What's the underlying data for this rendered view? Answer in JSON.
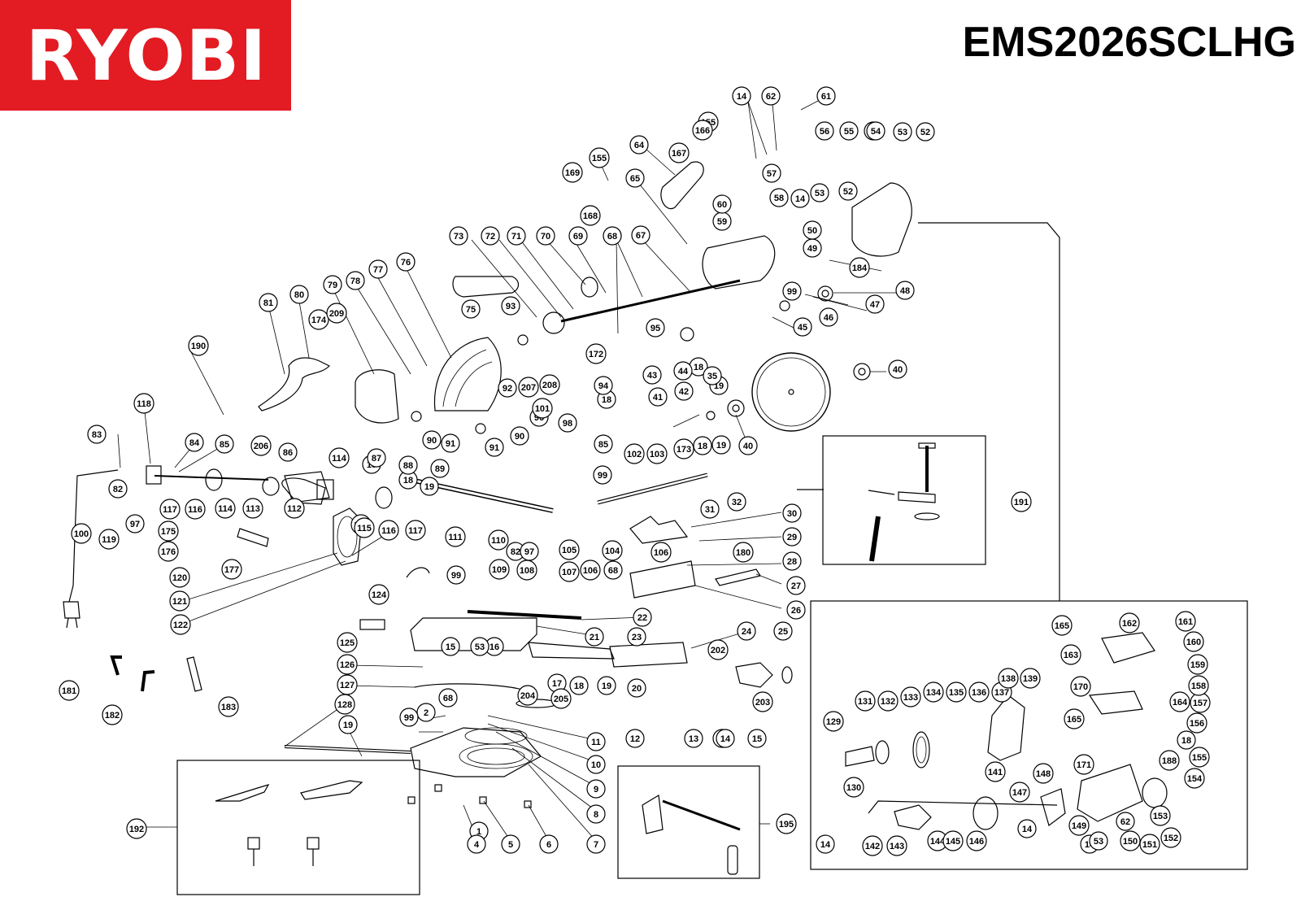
{
  "brand": {
    "logo_text": "RYOBI",
    "logo_color": "#e31b23",
    "model": "EMS2026SCLHG"
  },
  "callouts": [
    {
      "n": "1"
    },
    {
      "n": "2"
    },
    {
      "n": "4"
    },
    {
      "n": "5"
    },
    {
      "n": "6"
    },
    {
      "n": "7"
    },
    {
      "n": "8"
    },
    {
      "n": "9"
    },
    {
      "n": "10"
    },
    {
      "n": "11"
    },
    {
      "n": "12"
    },
    {
      "n": "13"
    },
    {
      "n": "14"
    },
    {
      "n": "14"
    },
    {
      "n": "14"
    },
    {
      "n": "14"
    },
    {
      "n": "14"
    },
    {
      "n": "14"
    },
    {
      "n": "14"
    },
    {
      "n": "14"
    },
    {
      "n": "15"
    },
    {
      "n": "15"
    },
    {
      "n": "16"
    },
    {
      "n": "17"
    },
    {
      "n": "18"
    },
    {
      "n": "18"
    },
    {
      "n": "18"
    },
    {
      "n": "18"
    },
    {
      "n": "18"
    },
    {
      "n": "18"
    },
    {
      "n": "18"
    },
    {
      "n": "19"
    },
    {
      "n": "19"
    },
    {
      "n": "19"
    },
    {
      "n": "19"
    },
    {
      "n": "19"
    },
    {
      "n": "20"
    },
    {
      "n": "21"
    },
    {
      "n": "22"
    },
    {
      "n": "23"
    },
    {
      "n": "24"
    },
    {
      "n": "25"
    },
    {
      "n": "26"
    },
    {
      "n": "27"
    },
    {
      "n": "28"
    },
    {
      "n": "29"
    },
    {
      "n": "30"
    },
    {
      "n": "31"
    },
    {
      "n": "32"
    },
    {
      "n": "35"
    },
    {
      "n": "40"
    },
    {
      "n": "40"
    },
    {
      "n": "41"
    },
    {
      "n": "42"
    },
    {
      "n": "43"
    },
    {
      "n": "44"
    },
    {
      "n": "45"
    },
    {
      "n": "46"
    },
    {
      "n": "47"
    },
    {
      "n": "48"
    },
    {
      "n": "49"
    },
    {
      "n": "50"
    },
    {
      "n": "52"
    },
    {
      "n": "52"
    },
    {
      "n": "53"
    },
    {
      "n": "53"
    },
    {
      "n": "53"
    },
    {
      "n": "53"
    },
    {
      "n": "54"
    },
    {
      "n": "55"
    },
    {
      "n": "56"
    },
    {
      "n": "57"
    },
    {
      "n": "58"
    },
    {
      "n": "59"
    },
    {
      "n": "60"
    },
    {
      "n": "61"
    },
    {
      "n": "62"
    },
    {
      "n": "62"
    },
    {
      "n": "64"
    },
    {
      "n": "65"
    },
    {
      "n": "67"
    },
    {
      "n": "68"
    },
    {
      "n": "68"
    },
    {
      "n": "68"
    },
    {
      "n": "69"
    },
    {
      "n": "70"
    },
    {
      "n": "71"
    },
    {
      "n": "72"
    },
    {
      "n": "73"
    },
    {
      "n": "75"
    },
    {
      "n": "76"
    },
    {
      "n": "77"
    },
    {
      "n": "78"
    },
    {
      "n": "79"
    },
    {
      "n": "80"
    },
    {
      "n": "81"
    },
    {
      "n": "82"
    },
    {
      "n": "82"
    },
    {
      "n": "83"
    },
    {
      "n": "84"
    },
    {
      "n": "85"
    },
    {
      "n": "85"
    },
    {
      "n": "86"
    },
    {
      "n": "87"
    },
    {
      "n": "88"
    },
    {
      "n": "89"
    },
    {
      "n": "90"
    },
    {
      "n": "90"
    },
    {
      "n": "91"
    },
    {
      "n": "91"
    },
    {
      "n": "92"
    },
    {
      "n": "93"
    },
    {
      "n": "94"
    },
    {
      "n": "95"
    },
    {
      "n": "96"
    },
    {
      "n": "97"
    },
    {
      "n": "97"
    },
    {
      "n": "98"
    },
    {
      "n": "99"
    },
    {
      "n": "99"
    },
    {
      "n": "99"
    },
    {
      "n": "99"
    },
    {
      "n": "100"
    },
    {
      "n": "101"
    },
    {
      "n": "102"
    },
    {
      "n": "103"
    },
    {
      "n": "104"
    },
    {
      "n": "105"
    },
    {
      "n": "106"
    },
    {
      "n": "106"
    },
    {
      "n": "107"
    },
    {
      "n": "108"
    },
    {
      "n": "109"
    },
    {
      "n": "110"
    },
    {
      "n": "111"
    },
    {
      "n": "112"
    },
    {
      "n": "113"
    },
    {
      "n": "114"
    },
    {
      "n": "114"
    },
    {
      "n": "115"
    },
    {
      "n": "115"
    },
    {
      "n": "116"
    },
    {
      "n": "116"
    },
    {
      "n": "117"
    },
    {
      "n": "117"
    },
    {
      "n": "118"
    },
    {
      "n": "119"
    },
    {
      "n": "120"
    },
    {
      "n": "121"
    },
    {
      "n": "122"
    },
    {
      "n": "124"
    },
    {
      "n": "125"
    },
    {
      "n": "126"
    },
    {
      "n": "127"
    },
    {
      "n": "128"
    },
    {
      "n": "129"
    },
    {
      "n": "130"
    },
    {
      "n": "131"
    },
    {
      "n": "132"
    },
    {
      "n": "133"
    },
    {
      "n": "134"
    },
    {
      "n": "135"
    },
    {
      "n": "136"
    },
    {
      "n": "137"
    },
    {
      "n": "138"
    },
    {
      "n": "139"
    },
    {
      "n": "141"
    },
    {
      "n": "142"
    },
    {
      "n": "143"
    },
    {
      "n": "144"
    },
    {
      "n": "145"
    },
    {
      "n": "146"
    },
    {
      "n": "147"
    },
    {
      "n": "148"
    },
    {
      "n": "149"
    },
    {
      "n": "150"
    },
    {
      "n": "151"
    },
    {
      "n": "152"
    },
    {
      "n": "153"
    },
    {
      "n": "154"
    },
    {
      "n": "155"
    },
    {
      "n": "155"
    },
    {
      "n": "155"
    },
    {
      "n": "156"
    },
    {
      "n": "157"
    },
    {
      "n": "158"
    },
    {
      "n": "159"
    },
    {
      "n": "160"
    },
    {
      "n": "161"
    },
    {
      "n": "162"
    },
    {
      "n": "163"
    },
    {
      "n": "164"
    },
    {
      "n": "165"
    },
    {
      "n": "165"
    },
    {
      "n": "166"
    },
    {
      "n": "167"
    },
    {
      "n": "168"
    },
    {
      "n": "169"
    },
    {
      "n": "170"
    },
    {
      "n": "171"
    },
    {
      "n": "172"
    },
    {
      "n": "173"
    },
    {
      "n": "174"
    },
    {
      "n": "175"
    },
    {
      "n": "176"
    },
    {
      "n": "177"
    },
    {
      "n": "180"
    },
    {
      "n": "181"
    },
    {
      "n": "182"
    },
    {
      "n": "183"
    },
    {
      "n": "184"
    },
    {
      "n": "188"
    },
    {
      "n": "190"
    },
    {
      "n": "191"
    },
    {
      "n": "192"
    },
    {
      "n": "195"
    },
    {
      "n": "202"
    },
    {
      "n": "203"
    },
    {
      "n": "204"
    },
    {
      "n": "205"
    },
    {
      "n": "206"
    },
    {
      "n": "207"
    },
    {
      "n": "208"
    },
    {
      "n": "209"
    }
  ]
}
